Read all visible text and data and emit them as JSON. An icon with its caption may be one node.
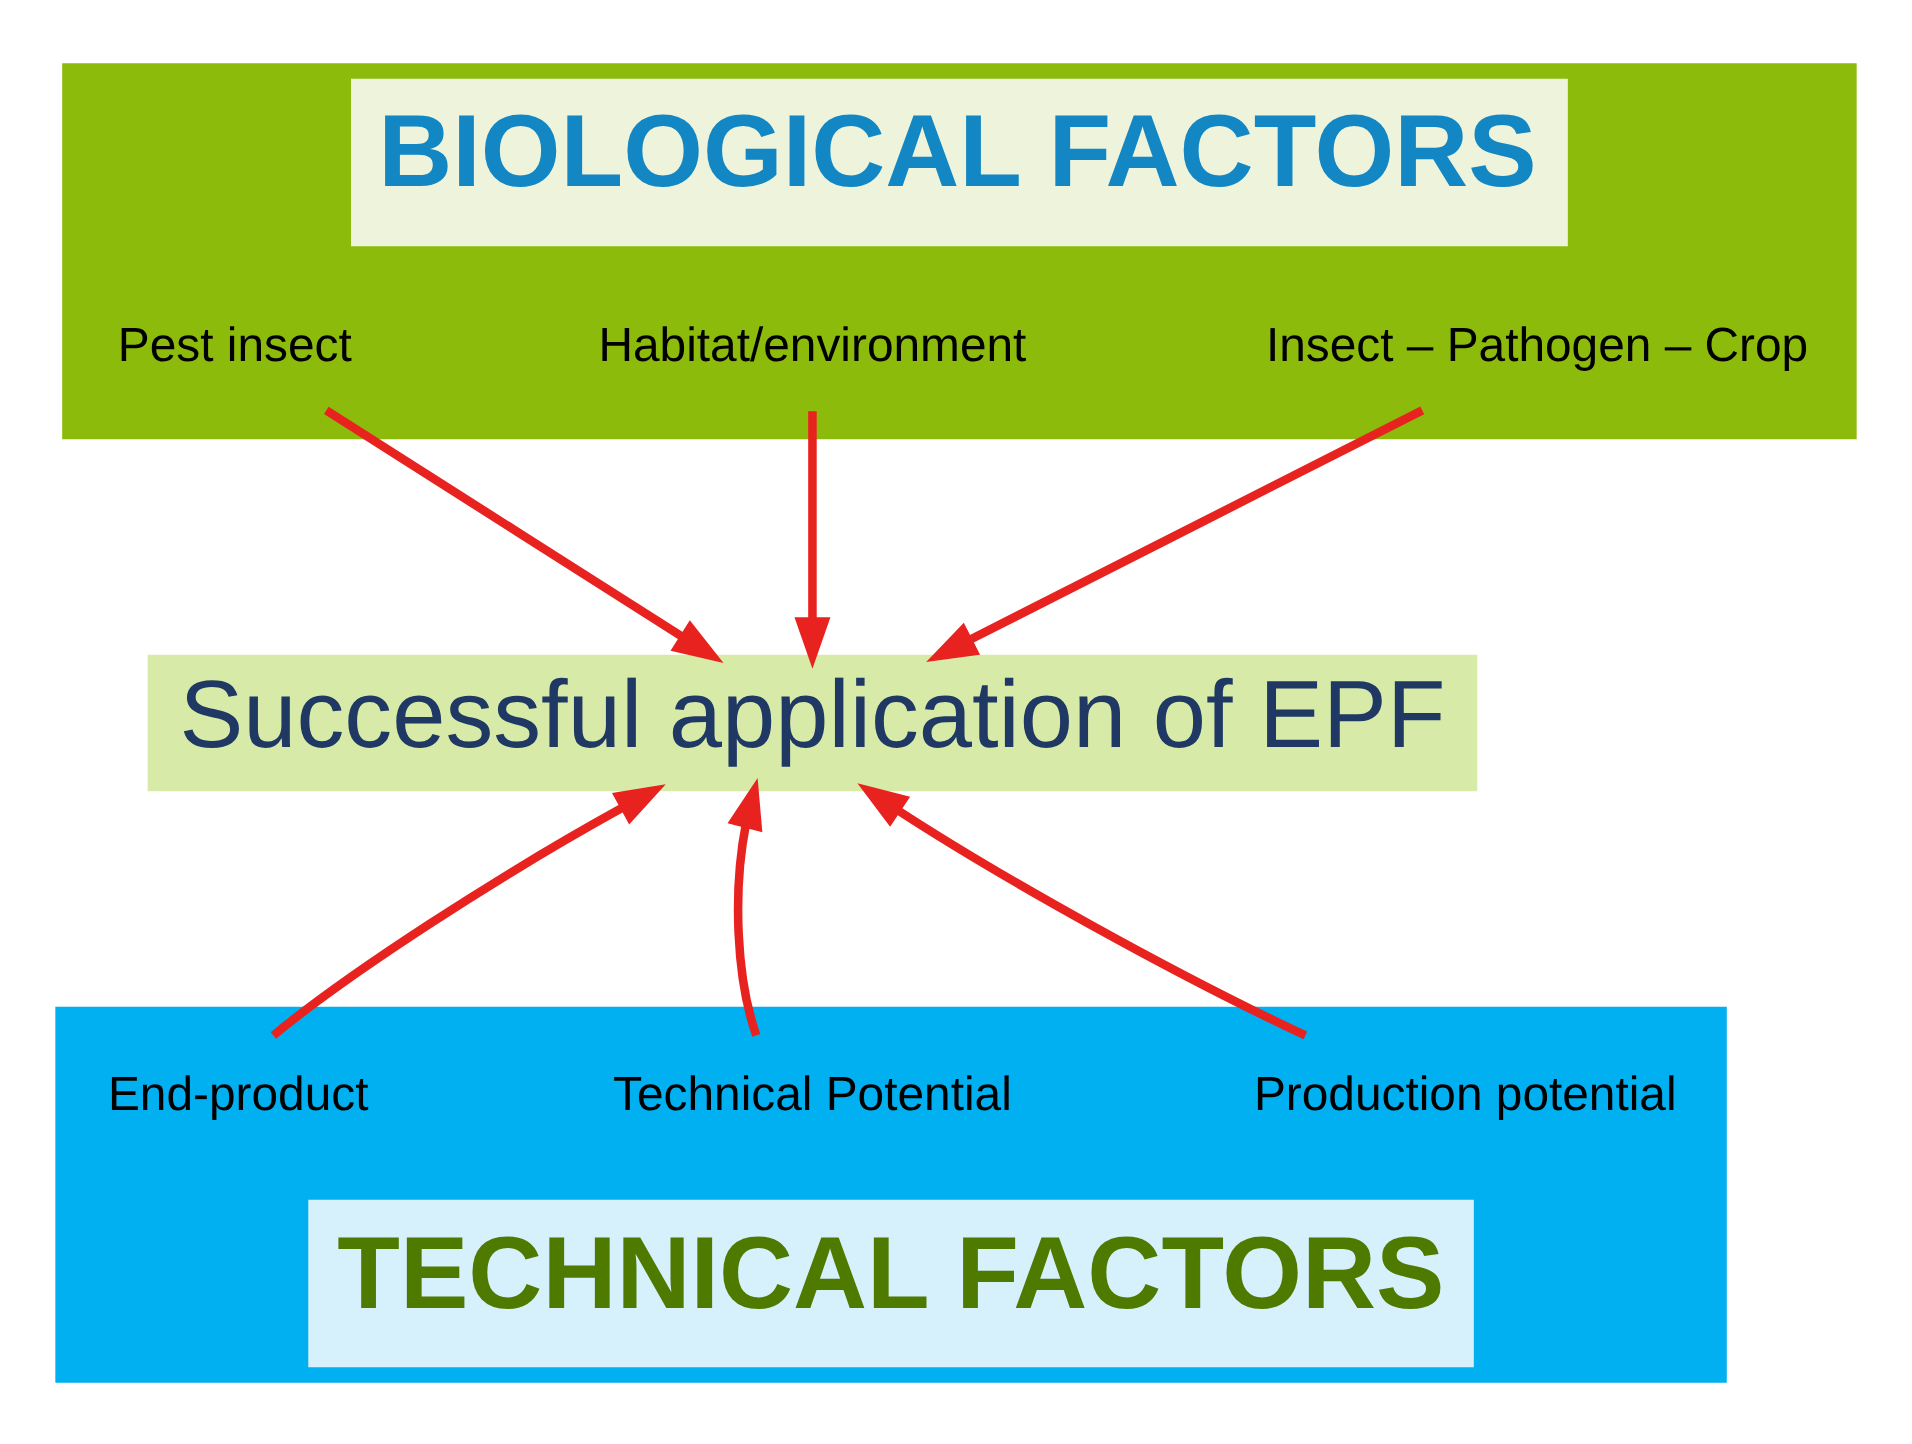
{
  "diagram": {
    "nodes": [
      {
        "text": [
          "BIOLOGICAL FACTORS"
        ]
      },
      {
        "text": [
          "Pest insect"
        ],
        "in": 0
      },
      {
        "text": [
          "Habitat/environment"
        ],
        "in": 0
      },
      {
        "text": [
          "Insect – Pathogen – Crop"
        ],
        "in": 0
      },
      {
        "text": [
          "Successful application of EPF"
        ]
      },
      {
        "text": [
          "TECHNICAL FACTORS"
        ]
      },
      {
        "text": [
          "End-product"
        ],
        "in": 5
      },
      {
        "text": [
          "Technical Potential"
        ],
        "in": 5
      },
      {
        "text": [
          "Production potential"
        ],
        "in": 5
      }
    ],
    "edges": [
      {
        "from": 1,
        "to": 4,
        "arrow": "to"
      },
      {
        "from": 2,
        "to": 4,
        "arrow": "to"
      },
      {
        "from": 3,
        "to": 4,
        "arrow": "to"
      },
      {
        "from": 6,
        "to": 4,
        "arrow": "to"
      },
      {
        "from": 7,
        "to": 4,
        "arrow": "to"
      },
      {
        "from": 8,
        "to": 4,
        "arrow": "to"
      }
    ]
  }
}
